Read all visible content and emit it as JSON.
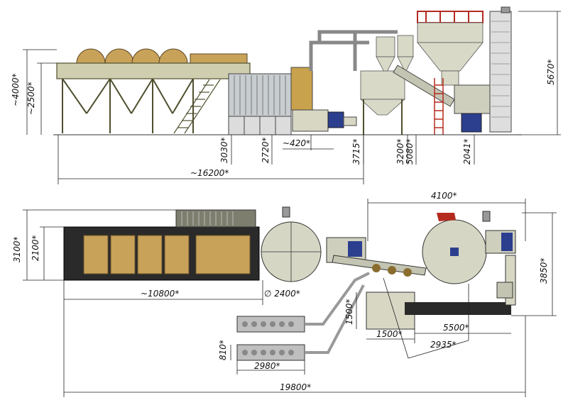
{
  "side_view": {
    "dims": {
      "height_total": "~4000*",
      "height_dryer": "~2500*",
      "d3030": "3030*",
      "d2720": "2720*",
      "d420": "~420*",
      "d3715": "3715*",
      "d3200": "3200*",
      "d5080": "5080*",
      "d2041": "2041*",
      "d5670": "5670*",
      "length": "~16200*"
    }
  },
  "plan_view": {
    "dims": {
      "d4100": "4100*",
      "d3100": "3100*",
      "d2100": "2100*",
      "d3850": "3850*",
      "d10800": "~10800*",
      "diam2400": "∅ 2400*",
      "d1500v": "1500*",
      "d1500h": "1500*",
      "d5500": "5500*",
      "d2935": "2935*",
      "d810": "810*",
      "d2980": "2980*",
      "length": "19800*"
    }
  },
  "colors": {
    "frame": "#4f4f2e",
    "bale": "#c9a25a",
    "metal": "#d9d9c8",
    "motor": "#2c3f8f",
    "red": "#b52a1e"
  }
}
